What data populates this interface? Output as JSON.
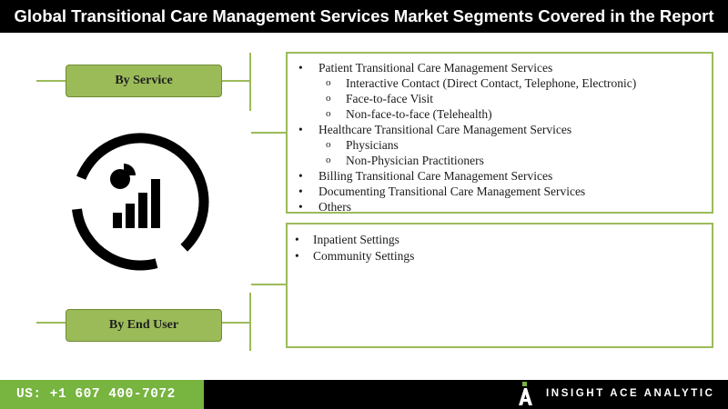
{
  "title": "Global Transitional Care Management Services Market Segments Covered in the Report",
  "segments": [
    {
      "label": "By Service",
      "items": [
        {
          "text": "Patient Transitional Care Management Services",
          "sub": [
            "Interactive Contact (Direct Contact, Telephone, Electronic)",
            "Face-to-face Visit",
            "Non-face-to-face (Telehealth)"
          ]
        },
        {
          "text": "Healthcare Transitional Care Management Services",
          "sub": [
            "Physicians",
            "Non-Physician Practitioners"
          ]
        },
        {
          "text": "Billing Transitional Care Management Services",
          "sub": []
        },
        {
          "text": "Documenting Transitional Care Management Services",
          "sub": []
        },
        {
          "text": "Others",
          "sub": []
        }
      ]
    },
    {
      "label": "By End User",
      "items": [
        {
          "text": "Inpatient Settings",
          "sub": []
        },
        {
          "text": "Community Settings",
          "sub": []
        }
      ]
    }
  ],
  "bullet_glyph": "•",
  "sub_bullet_glyph": "o",
  "footer": {
    "phone": "US: +1 607 400-7072",
    "brand": "INSIGHT ACE ANALYTIC"
  },
  "colors": {
    "accent_green": "#9bbb59",
    "footer_green": "#77b440",
    "dark": "#000000"
  },
  "icons": [
    "analytics-chart-icon",
    "brand-logo-icon"
  ]
}
